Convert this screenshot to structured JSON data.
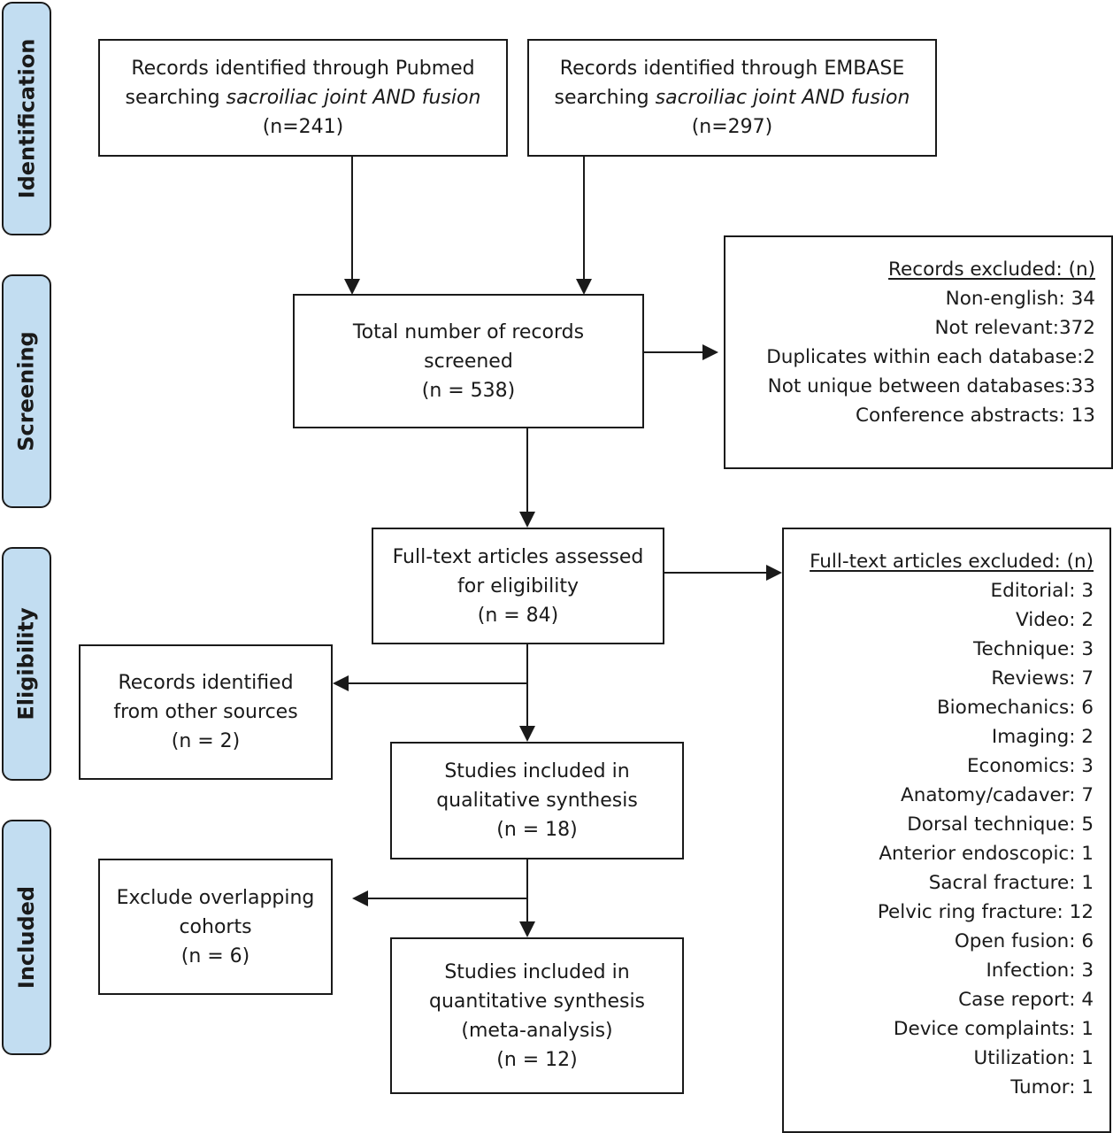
{
  "stages": {
    "identification": "Identification",
    "screening": "Screening",
    "eligibility": "Eligibility",
    "included": "Included"
  },
  "pubmed": {
    "line1": "Records identified through Pubmed",
    "line2_prefix": "searching ",
    "line2_italic": "sacroiliac joint AND fusion",
    "count": "(n=241)"
  },
  "embase": {
    "line1": "Records identified through EMBASE",
    "line2_prefix": "searching ",
    "line2_italic": "sacroiliac joint AND fusion",
    "count": "(n=297)"
  },
  "screened": {
    "line1": "Total number of records",
    "line2": "screened",
    "count": "(n = 538)"
  },
  "records_excluded": {
    "header": "Records excluded: (n)",
    "items": [
      "Non-english: 34",
      "Not relevant:372",
      "Duplicates within each database:2",
      "Not unique between databases:33",
      "Conference abstracts: 13"
    ]
  },
  "fulltext": {
    "line1": "Full-text articles assessed",
    "line2": "for eligibility",
    "count": "(n = 84)"
  },
  "fulltext_excluded": {
    "header": "Full-text articles excluded: (n)",
    "items": [
      "Editorial: 3",
      "Video: 2",
      "Technique: 3",
      "Reviews: 7",
      "Biomechanics: 6",
      "Imaging: 2",
      "Economics: 3",
      "Anatomy/cadaver: 7",
      "Dorsal technique: 5",
      "Anterior endoscopic: 1",
      "Sacral fracture: 1",
      "Pelvic ring fracture: 12",
      "Open fusion: 6",
      "Infection: 3",
      "Case report: 4",
      "Device complaints: 1",
      "Utilization: 1",
      "Tumor: 1"
    ]
  },
  "other_sources": {
    "line1": "Records identified",
    "line2": "from other sources",
    "count": "(n = 2)"
  },
  "qualitative": {
    "line1": "Studies included in",
    "line2": "qualitative synthesis",
    "count": "(n = 18)"
  },
  "overlap": {
    "line1": "Exclude overlapping",
    "line2": "cohorts",
    "count": "(n = 6)"
  },
  "quantitative": {
    "line1": "Studies included in",
    "line2": "quantitative synthesis",
    "line3": "(meta-analysis)",
    "count": "(n = 12)"
  }
}
